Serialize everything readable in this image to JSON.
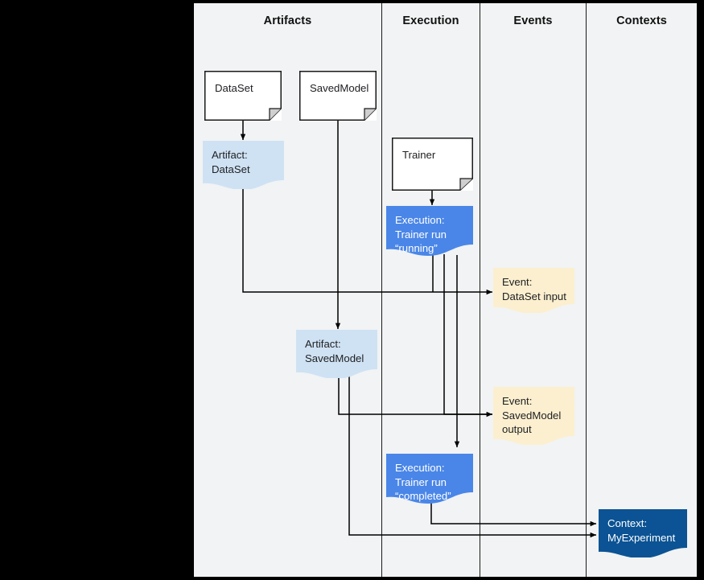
{
  "diagram": {
    "title": "MLMD artifact / execution / event / context lineage",
    "background": "#f1f3f4",
    "outer_background": "#000000",
    "lanes": [
      {
        "id": "artifacts",
        "label": "Artifacts"
      },
      {
        "id": "execution",
        "label": "Execution"
      },
      {
        "id": "events",
        "label": "Events"
      },
      {
        "id": "contexts",
        "label": "Contexts"
      }
    ],
    "colors": {
      "artifact_fill": "#cfe2f3",
      "execution_fill": "#4a86e8",
      "event_fill": "#fcefcf",
      "context_fill": "#0b5394",
      "doc_fill": "#ffffff",
      "doc_stroke": "#1a1a1a",
      "lane_stroke": "#1a1a1a",
      "connector_stroke": "#000000",
      "lane_background": "#f1f3f4",
      "text_dark": "#202124",
      "text_light": "#ffffff"
    },
    "nodes": [
      {
        "id": "doc-dataset",
        "kind": "document",
        "lane": "artifacts",
        "label": "DataSet"
      },
      {
        "id": "doc-savedmodel",
        "kind": "document",
        "lane": "artifacts",
        "label": "SavedModel"
      },
      {
        "id": "art-dataset",
        "kind": "artifact",
        "lane": "artifacts",
        "label": "Artifact:\nDataSet"
      },
      {
        "id": "art-savedmodel",
        "kind": "artifact",
        "lane": "artifacts",
        "label": "Artifact:\nSavedModel"
      },
      {
        "id": "doc-trainer",
        "kind": "document",
        "lane": "execution",
        "label": "Trainer"
      },
      {
        "id": "exec-running",
        "kind": "execution",
        "lane": "execution",
        "label": "Execution:\nTrainer run\n“running”"
      },
      {
        "id": "exec-completed",
        "kind": "execution",
        "lane": "execution",
        "label": "Execution:\nTrainer run\n“completed”"
      },
      {
        "id": "event-input",
        "kind": "event",
        "lane": "events",
        "label": "Event:\nDataSet input"
      },
      {
        "id": "event-output",
        "kind": "event",
        "lane": "events",
        "label": "Event:\nSavedModel\noutput"
      },
      {
        "id": "ctx-experiment",
        "kind": "context",
        "lane": "contexts",
        "label": "Context:\nMyExperiment"
      }
    ],
    "edges": [
      {
        "from": "doc-dataset",
        "to": "art-dataset",
        "arrow": true
      },
      {
        "from": "doc-savedmodel",
        "to": "art-savedmodel",
        "arrow": true
      },
      {
        "from": "doc-trainer",
        "to": "exec-running",
        "arrow": true
      },
      {
        "from": "art-dataset",
        "to": "event-input",
        "arrow": true
      },
      {
        "from": "exec-running",
        "to": "event-input",
        "arrow": true
      },
      {
        "from": "art-savedmodel",
        "to": "event-output",
        "arrow": true
      },
      {
        "from": "exec-running",
        "to": "event-output",
        "arrow": true
      },
      {
        "from": "exec-running",
        "to": "exec-completed",
        "arrow": true
      },
      {
        "from": "exec-completed",
        "to": "ctx-experiment",
        "arrow": true
      },
      {
        "from": "art-savedmodel",
        "to": "ctx-experiment",
        "arrow": true
      }
    ]
  }
}
